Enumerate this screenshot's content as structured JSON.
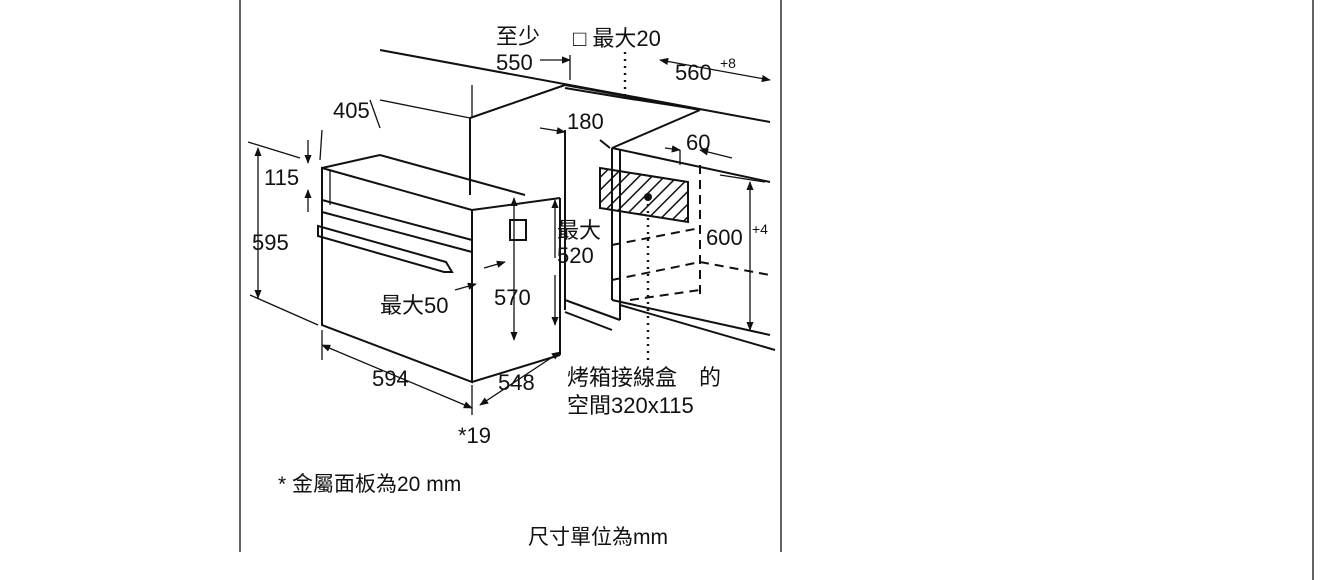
{
  "labels": {
    "min_label": "至少",
    "min_depth": "550",
    "socket_label": "□ 最大20",
    "niche_width": "560",
    "niche_width_tol": "+8",
    "depth_405": "405",
    "gap_180": "180",
    "gap_60": "60",
    "top_115": "115",
    "height_595": "595",
    "max_label": "最大",
    "max_520": "520",
    "niche_height": "600",
    "niche_height_tol": "+4",
    "max_50": "最大50",
    "depth_570": "570",
    "width_594": "594",
    "depth_548": "548",
    "panel_19": "*19",
    "junction_line1": "烤箱接線盒　的",
    "junction_line2": "空間320x115"
  },
  "notes": {
    "panel_note": "* 金屬面板為20 mm",
    "units_note": "尺寸單位為mm"
  }
}
